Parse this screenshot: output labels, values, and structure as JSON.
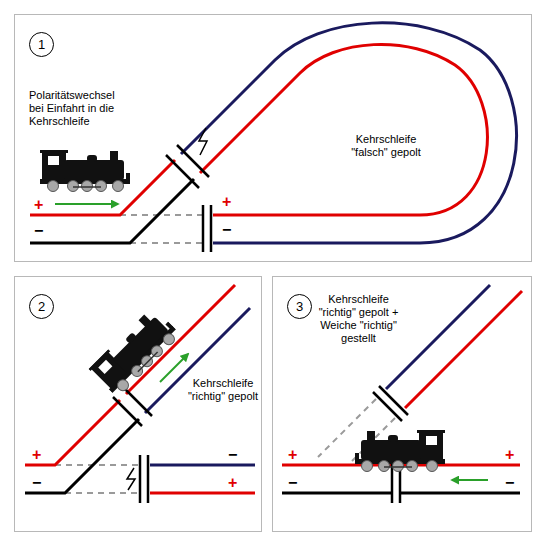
{
  "diagram": {
    "nodes": [
      {
        "text": [
          "Polaritätswechsel bei Einfahrt in die Kehrschleife",
          "Kehrschleife \"falsch\" gepolt"
        ]
      },
      {
        "text": [
          "1"
        ],
        "in": 0
      },
      {
        "text": [
          "Kehrschleife \"richtig\" gepolt"
        ]
      },
      {
        "text": [
          "2"
        ],
        "in": 2
      },
      {
        "text": [
          "Kehrschleife \"richtig\" gepolt + Weiche \"richtig\" gestellt"
        ]
      },
      {
        "text": [
          "3"
        ],
        "in": 4
      }
    ],
    "labels": [
      "+",
      "−",
      "+",
      "−",
      "+",
      "−",
      "−",
      "+",
      "+",
      "−",
      "+",
      "−"
    ]
  }
}
